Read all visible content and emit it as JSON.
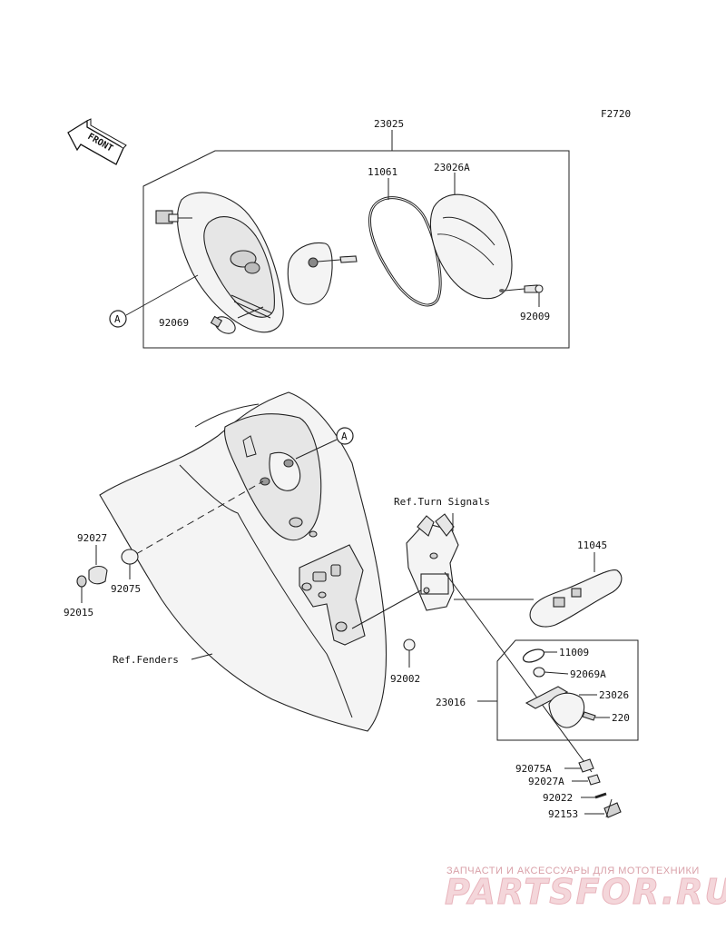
{
  "figure_code": "F2720",
  "front_label": "FRONT",
  "callout_a": "A",
  "parts": {
    "p23025": "23025",
    "p11061": "11061",
    "p23026A": "23026A",
    "p92069": "92069",
    "p92009": "92009",
    "p92027": "92027",
    "p92075": "92075",
    "p92015": "92015",
    "p11045": "11045",
    "p11009": "11009",
    "p92069A": "92069A",
    "p23016": "23016",
    "p23026": "23026",
    "p220": "220",
    "p92002": "92002",
    "p92075A": "92075A",
    "p92027A": "92027A",
    "p92022": "92022",
    "p92153": "92153"
  },
  "references": {
    "turn_signals": "Ref.Turn Signals",
    "fenders": "Ref.Fenders"
  },
  "watermark": {
    "tagline": "ЗАПЧАСТИ И АКСЕССУАРЫ ДЛЯ МОТОТЕХНИКИ",
    "brand": "PARTSFOR.RU"
  }
}
